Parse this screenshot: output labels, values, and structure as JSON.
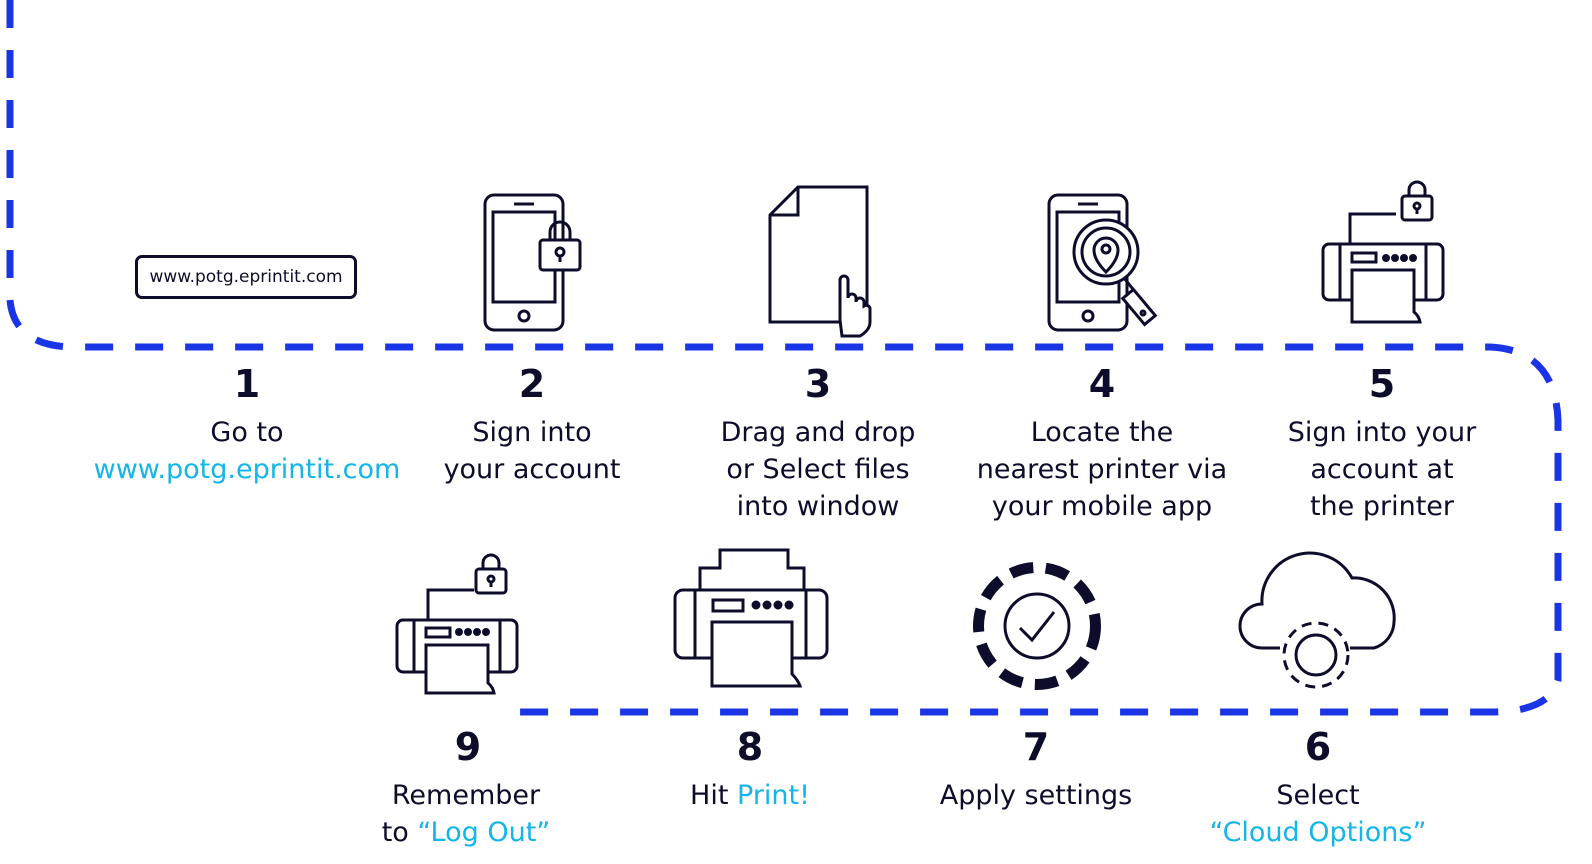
{
  "colors": {
    "ink": "#0d0d2b",
    "accent": "#13b5ea",
    "path": "#1a35e6"
  },
  "url_box": {
    "text": "www.potg.eprintit.com"
  },
  "steps": [
    {
      "num": "1",
      "lines": [
        {
          "text": "Go to"
        }
      ],
      "highlight": "www.potg.eprintit.com",
      "icon": "url-box"
    },
    {
      "num": "2",
      "lines": [
        {
          "text": "Sign into"
        },
        {
          "text": "your account"
        }
      ],
      "icon": "phone-lock-icon"
    },
    {
      "num": "3",
      "lines": [
        {
          "text": "Drag and drop"
        },
        {
          "text": "or Select files"
        },
        {
          "text": "into window"
        }
      ],
      "icon": "document-touch-icon"
    },
    {
      "num": "4",
      "lines": [
        {
          "text": "Locate the"
        },
        {
          "text": "nearest printer via"
        },
        {
          "text": "your mobile app"
        }
      ],
      "icon": "phone-locate-icon"
    },
    {
      "num": "5",
      "lines": [
        {
          "text": "Sign into your"
        },
        {
          "text": "account at"
        },
        {
          "text": "the printer"
        }
      ],
      "icon": "printer-lock-icon"
    },
    {
      "num": "6",
      "lines": [
        {
          "text": "Select"
        }
      ],
      "highlight": "“Cloud Options”",
      "icon": "cloud-gear-icon"
    },
    {
      "num": "7",
      "lines": [
        {
          "text": "Apply settings"
        }
      ],
      "icon": "gear-check-icon"
    },
    {
      "num": "8",
      "prefix": "Hit ",
      "highlight_inline": "Print!",
      "icon": "printer-icon"
    },
    {
      "num": "9",
      "lines": [
        {
          "text": "Remember"
        }
      ],
      "prefix2": "to ",
      "highlight_inline2": "“Log Out”",
      "icon": "printer-lock-icon"
    }
  ]
}
